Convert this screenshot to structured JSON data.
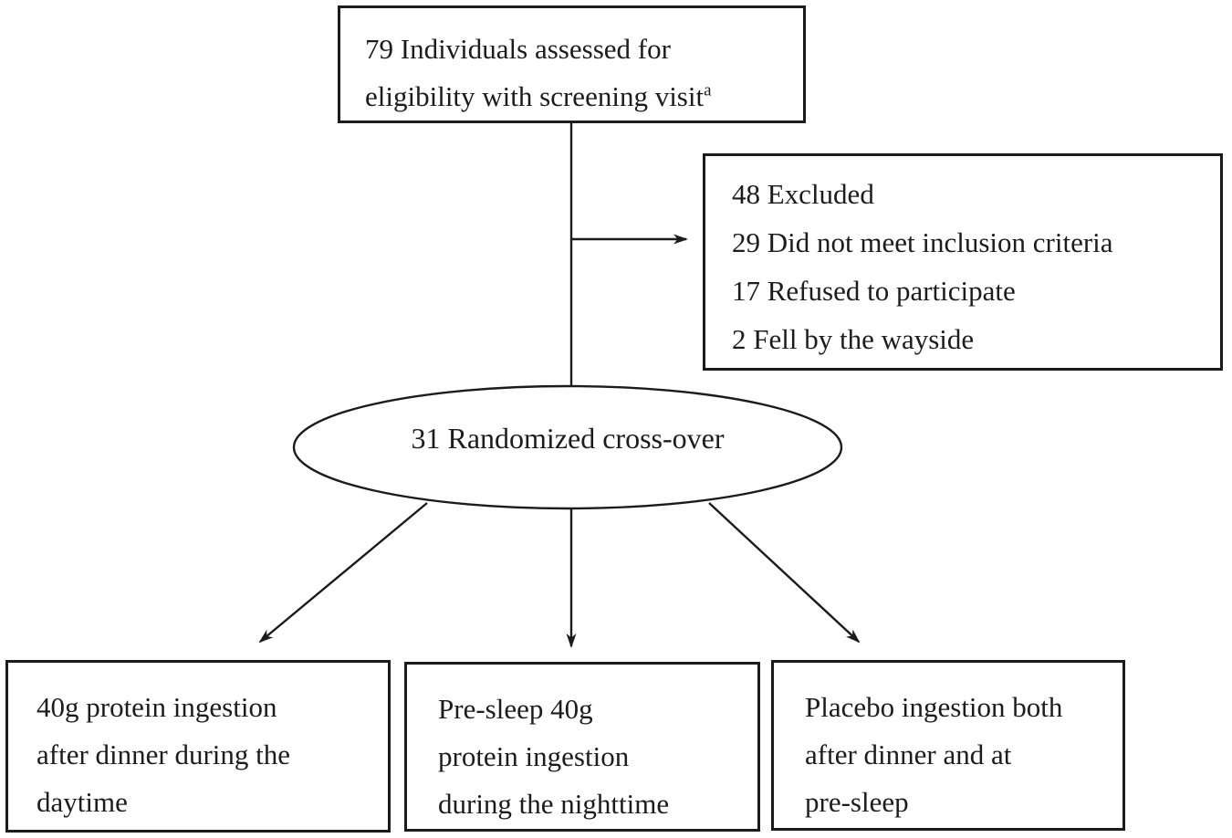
{
  "canvas": {
    "background": "#ffffff",
    "ink": "#1b1b1b"
  },
  "nodes": {
    "assessed": {
      "line1": "79 Individuals assessed for",
      "line2": "eligibility with screening visit",
      "superscript": "a"
    },
    "excluded": {
      "line1": "48 Excluded",
      "line2": "29 Did not meet inclusion criteria",
      "line3": "17 Refused to participate",
      "line4": "2 Fell by the wayside"
    },
    "randomized": {
      "label": "31 Randomized cross-over"
    },
    "arm_daytime": {
      "line1": "40g protein ingestion",
      "line2": "after dinner during the",
      "line3": "daytime"
    },
    "arm_presleep": {
      "line1": "Pre-sleep 40g",
      "line2": "protein ingestion",
      "line3": "during the nighttime"
    },
    "arm_placebo": {
      "line1": "Placebo ingestion both",
      "line2": "after dinner and at",
      "line3": "pre-sleep"
    }
  }
}
